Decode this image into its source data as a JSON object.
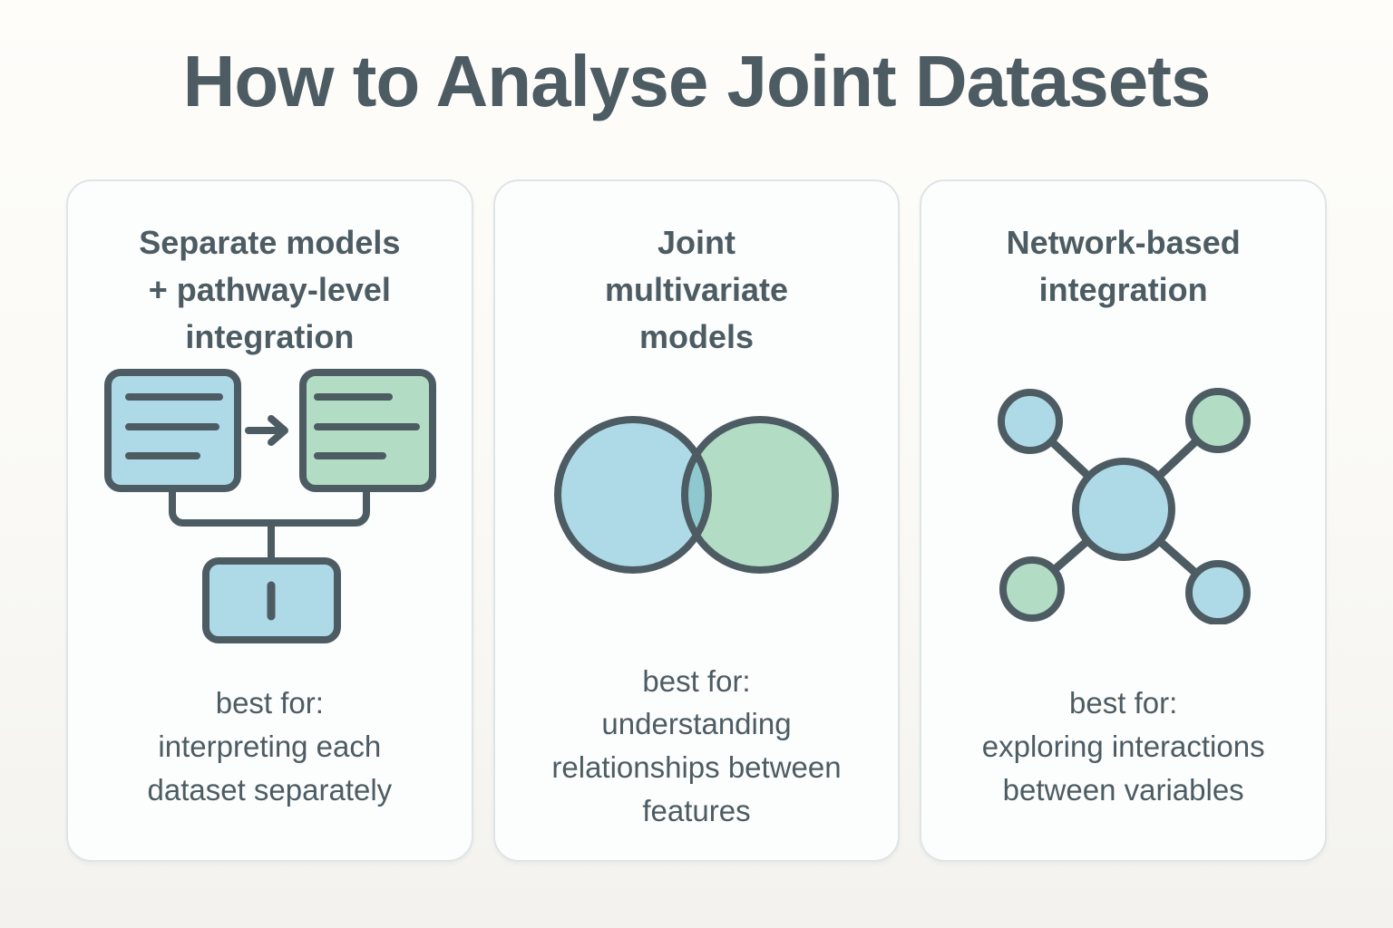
{
  "page": {
    "title": "How to Analyse Joint Datasets"
  },
  "colors": {
    "ink": "#4d5c63",
    "blue": "#aedae8",
    "green": "#b3dcc5",
    "overlap": "#8fc8ce",
    "card_bg": "#fcfdfd",
    "card_border": "#dfe4e7",
    "bg_top": "#fefdfa",
    "bg_bottom": "#f3f2ee"
  },
  "cards": [
    {
      "title": "Separate models\n+ pathway-level\nintegration",
      "icon": "merge-flow-icon",
      "best_for_label": "best for:",
      "best_for": "interpreting each\ndataset separately"
    },
    {
      "title": "Joint\nmultivariate\nmodels",
      "icon": "venn-overlap-icon",
      "best_for_label": "best for:",
      "best_for": "understanding\nrelationships between\nfeatures"
    },
    {
      "title": "Network-based\nintegration",
      "icon": "network-graph-icon",
      "best_for_label": "best for:",
      "best_for": "exploring interactions\nbetween variables"
    }
  ]
}
